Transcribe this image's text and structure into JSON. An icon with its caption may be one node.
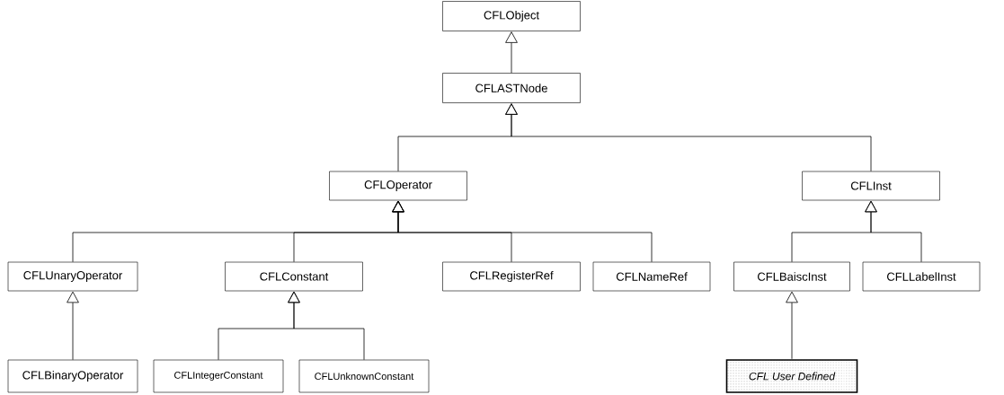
{
  "diagram": {
    "nodes": [
      {
        "text": [
          "CFLObject"
        ]
      },
      {
        "text": [
          "CFLASTNode"
        ]
      },
      {
        "text": [
          "CFLOperator"
        ]
      },
      {
        "text": [
          "CFLInst"
        ]
      },
      {
        "text": [
          "CFLUnaryOperator"
        ]
      },
      {
        "text": [
          "CFLConstant"
        ]
      },
      {
        "text": [
          "CFLRegisterRef"
        ]
      },
      {
        "text": [
          "CFLNameRef"
        ]
      },
      {
        "text": [
          "CFLBaiscInst"
        ]
      },
      {
        "text": [
          "CFLLabelInst"
        ]
      },
      {
        "text": [
          "CFLBinaryOperator"
        ]
      },
      {
        "text": [
          "CFLIntegerConstant"
        ]
      },
      {
        "text": [
          "CFLUnknownConstant"
        ]
      },
      {
        "text": [
          "CFL User Defined"
        ]
      }
    ],
    "edges": [
      {
        "from": 1,
        "to": 0,
        "arrow": "to"
      },
      {
        "from": 2,
        "to": 1,
        "arrow": "to"
      },
      {
        "from": 3,
        "to": 1,
        "arrow": "to"
      },
      {
        "from": 4,
        "to": 2,
        "arrow": "to"
      },
      {
        "from": 5,
        "to": 2,
        "arrow": "to"
      },
      {
        "from": 6,
        "to": 2,
        "arrow": "to"
      },
      {
        "from": 7,
        "to": 2,
        "arrow": "to"
      },
      {
        "from": 8,
        "to": 3,
        "arrow": "to"
      },
      {
        "from": 9,
        "to": 3,
        "arrow": "to"
      },
      {
        "from": 10,
        "to": 4,
        "arrow": "to"
      },
      {
        "from": 11,
        "to": 5,
        "arrow": "to"
      },
      {
        "from": 12,
        "to": 5,
        "arrow": "to"
      },
      {
        "from": 13,
        "to": 8,
        "arrow": "to"
      }
    ]
  }
}
